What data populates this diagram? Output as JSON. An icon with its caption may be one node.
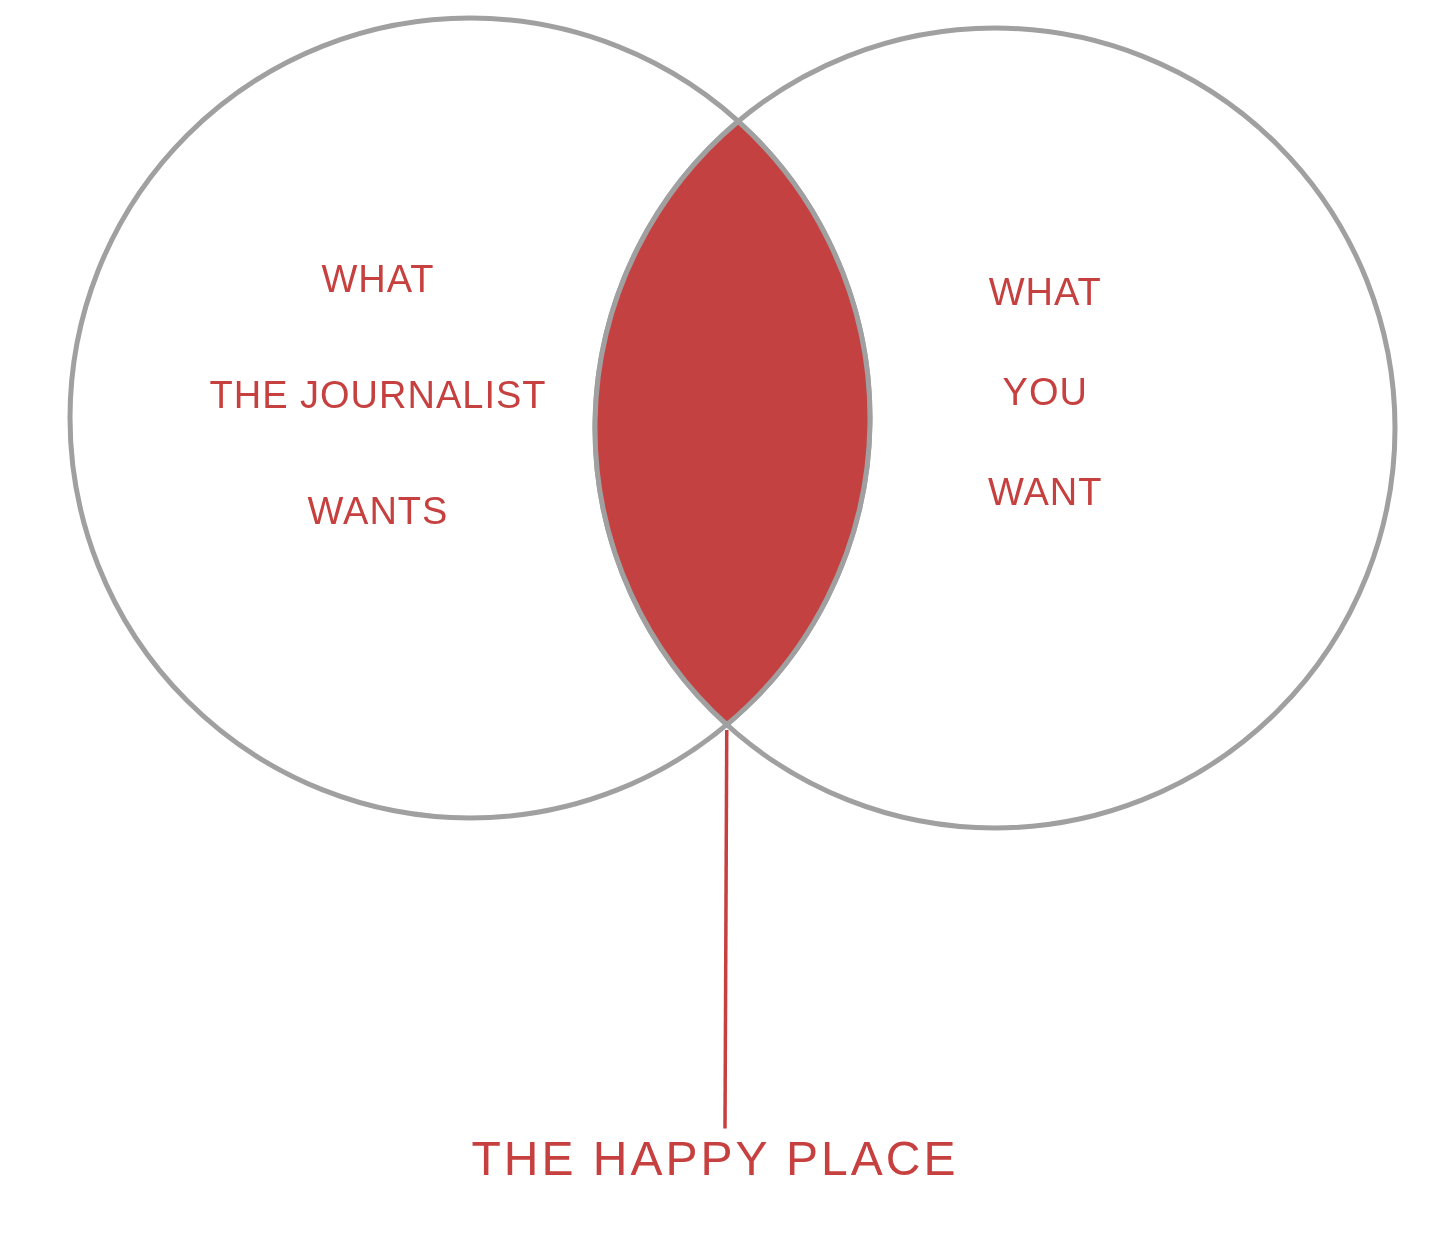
{
  "diagram": {
    "nodes": [
      {
        "text": [
          "WHAT THE JOURNALIST WANTS"
        ]
      },
      {
        "text": [
          "WHAT YOU WANT"
        ]
      },
      {
        "text": [],
        "shape": "lens"
      },
      {
        "text": [
          "THE HAPPY PLACE"
        ]
      }
    ],
    "edges": [
      {
        "from": 3,
        "to": 2,
        "arrow": "none"
      }
    ]
  }
}
